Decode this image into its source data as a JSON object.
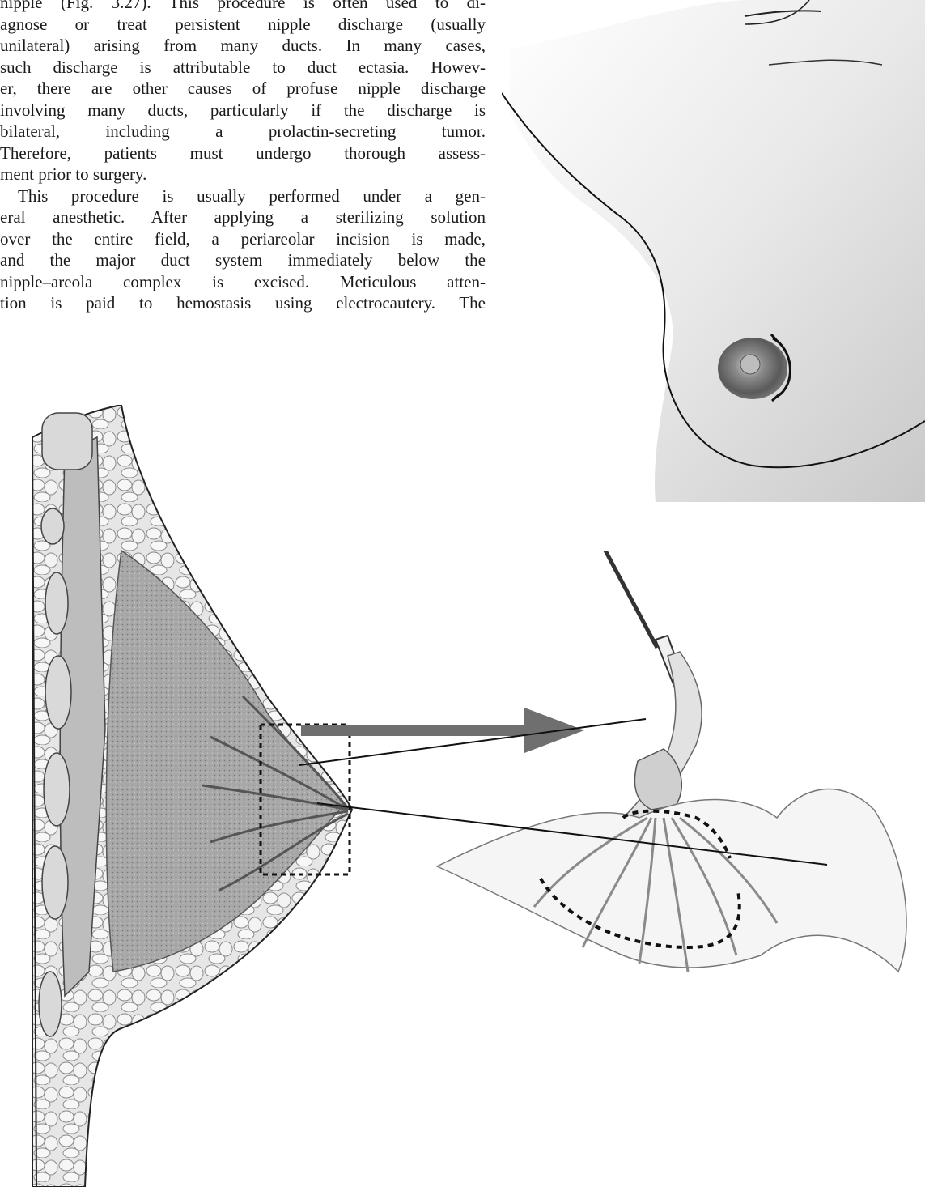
{
  "document": {
    "lines": [
      "nipple (Fig. 3.27). This procedure is often used to di-",
      "agnose or treat persistent nipple discharge (usually",
      "unilateral) arising from many ducts. In many cases,",
      "such discharge is attributable to duct ectasia. Howev-",
      "er, there are other causes of profuse nipple discharge",
      "involving many ducts, particularly if the discharge is",
      "bilateral, including a prolactin-secreting tumor.",
      "Therefore, patients must undergo thorough assess-",
      "ment prior to surgery.",
      "This procedure is usually performed under a gen-",
      "eral anesthetic. After applying a sterilizing solution",
      "over the entire field, a periareolar incision is made,",
      "and the major duct system immediately below the",
      "nipple–areola complex is excised. Meticulous atten-",
      "tion is paid to hemostasis using electrocautery. The"
    ]
  },
  "figure": {
    "colors": {
      "skin": "#e8e8e8",
      "outline": "#111111",
      "tissue": "#9a9a9a",
      "arrow": "#6f6f6f",
      "fat": "#f2f2f2"
    }
  }
}
